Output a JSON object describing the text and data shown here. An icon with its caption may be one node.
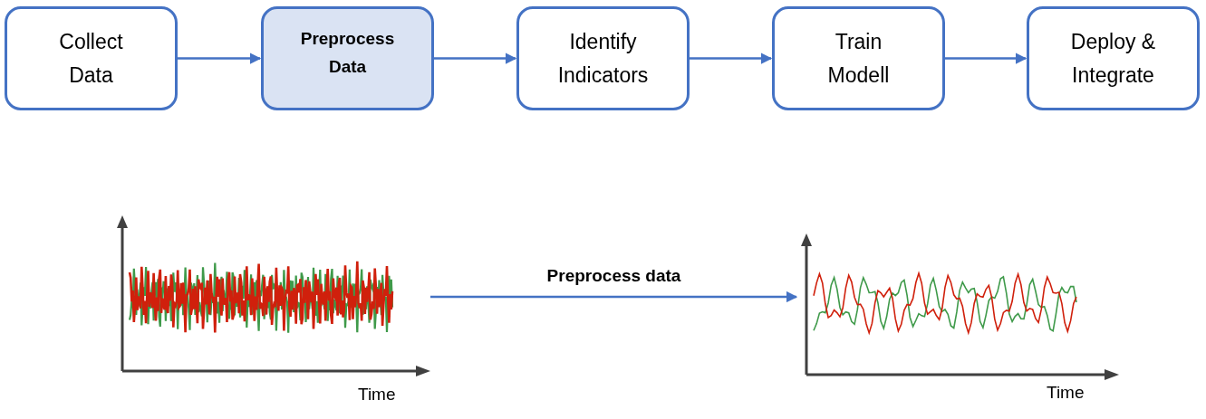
{
  "diagram": {
    "nodes": [
      {
        "text": [
          "Collect Data"
        ]
      },
      {
        "text": [
          "Preprocess Data"
        ]
      },
      {
        "text": [
          "Identify Indicators"
        ]
      },
      {
        "text": [
          "Train Modell"
        ]
      },
      {
        "text": [
          "Deploy & Integrate"
        ]
      },
      {
        "text": [],
        "shape": "picture",
        "beside": [
          "Time"
        ]
      },
      {
        "text": [],
        "shape": "picture",
        "beside": [
          "Time"
        ]
      }
    ],
    "edges": [
      {
        "from": 0,
        "to": 1,
        "arrow": "to"
      },
      {
        "from": 1,
        "to": 2,
        "arrow": "to"
      },
      {
        "from": 2,
        "to": 3,
        "arrow": "to"
      },
      {
        "from": 3,
        "to": 4,
        "arrow": "to"
      },
      {
        "from": 5,
        "to": 6,
        "arrow": "to",
        "label": "Preprocess data"
      }
    ]
  }
}
